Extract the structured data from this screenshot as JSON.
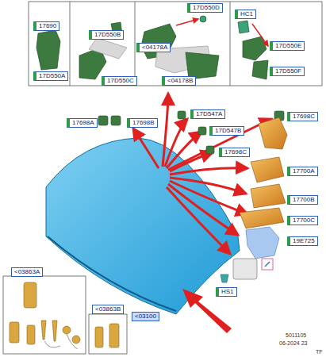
{
  "diagram": {
    "labels": [
      "17690",
      "17D550A",
      "17D550B",
      "17D550C",
      "17D550D",
      "<04178A",
      "<04178B",
      "HC1",
      "17D550E",
      "17D550F",
      "17698A",
      "17698B",
      "17D547A",
      "17D547B",
      "17698C",
      "17698C",
      "17700A",
      "17700B",
      "17700C",
      "19E725",
      "HS1",
      "<03100",
      "<03863A",
      "<03863B",
      "5011105",
      "06-2024 23",
      "TF"
    ]
  }
}
